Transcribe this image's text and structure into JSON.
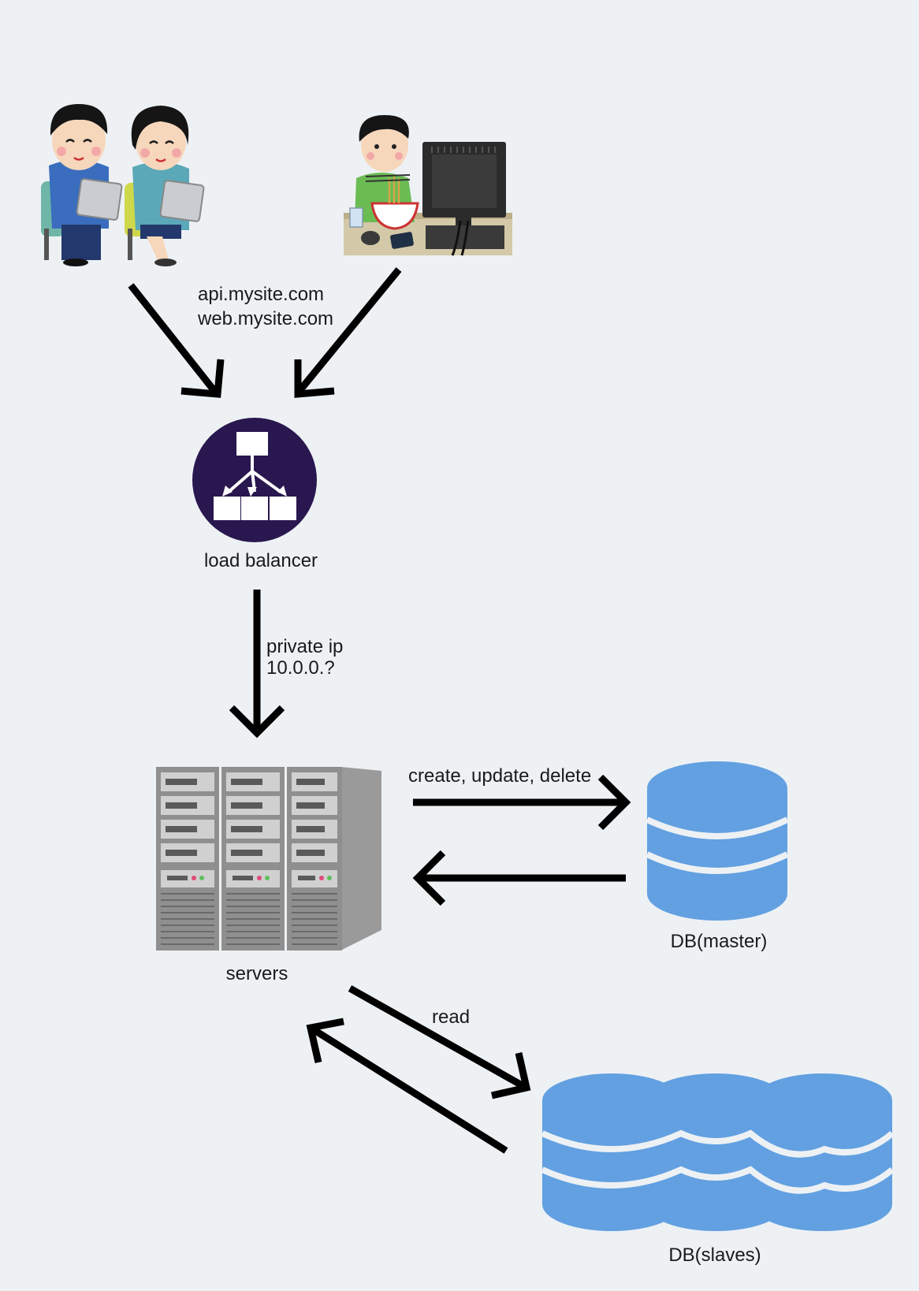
{
  "diagram": {
    "domain_labels": [
      "api.mysite.com",
      "web.mysite.com"
    ],
    "load_balancer_label": "load balancer",
    "private_ip_labels": [
      "private ip",
      "10.0.0.?"
    ],
    "servers_label": "servers",
    "write_label": "create, update, delete",
    "master_label": "DB(master)",
    "read_label": "read",
    "slaves_label": "DB(slaves)"
  },
  "colors": {
    "background": "#edf1f4",
    "load_balancer": "#29174f",
    "database": "#62a0e1",
    "arrow": "#000000"
  },
  "icons": {
    "users_left": "tablet-users-icon",
    "user_right": "desktop-user-icon",
    "load_balancer": "load-balancer-icon",
    "servers": "server-rack-icon",
    "db_master": "database-icon",
    "db_slaves": "database-cluster-icon"
  }
}
